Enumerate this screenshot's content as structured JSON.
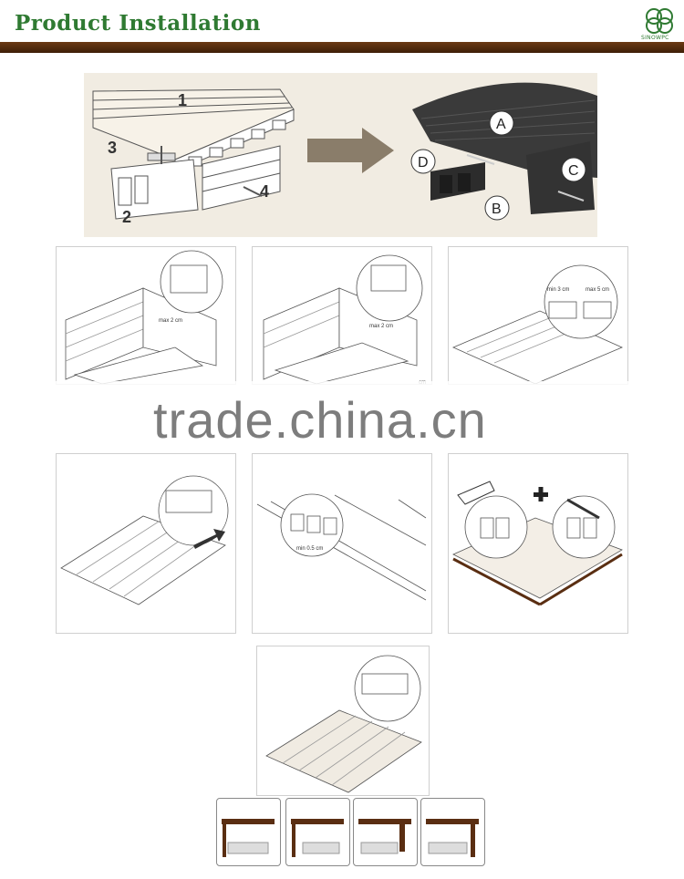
{
  "header": {
    "title": "Product Installation",
    "logo_text": "SINOWPC"
  },
  "hero": {
    "labels_left": [
      "1",
      "2",
      "3",
      "4"
    ],
    "labels_right": [
      "A",
      "B",
      "C",
      "D"
    ]
  },
  "steps": {
    "step1_note": "max 2 cm",
    "step2_note": "max 2 cm",
    "step2_side": "cm",
    "step3_note_left": "min 3 cm",
    "step3_note_right": "max 5 cm",
    "step5_note": "min 0.5 cm"
  },
  "watermark": "trade.china.cn",
  "colors": {
    "header_green": "#2f7a32",
    "header_bar": "#4e2a0e",
    "deck_dark": "#3a3a3a",
    "deck_brown": "#5a2e12"
  }
}
